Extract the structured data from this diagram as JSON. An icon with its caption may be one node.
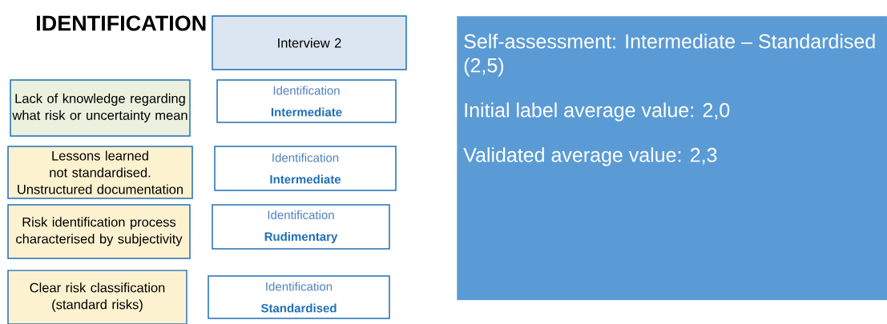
{
  "diagram": {
    "title": "IDENTIFICATION",
    "nodes": [
      {
        "text": [
          "Interview 2"
        ]
      },
      {
        "text": [
          "Lack of knowledge regarding what risk or uncertainty mean"
        ]
      },
      {
        "text": [
          "Identification",
          "Intermediate"
        ]
      },
      {
        "text": [
          "Lessons learned not standardised. Unstructured documentation"
        ]
      },
      {
        "text": [
          "Identification",
          "Intermediate"
        ]
      },
      {
        "text": [
          "Risk identification process characterised by subjectivity"
        ]
      },
      {
        "text": [
          "Identification",
          "Rudimentary"
        ]
      },
      {
        "text": [
          "Clear risk classification (standard risks)"
        ]
      },
      {
        "text": [
          "Identification",
          "Standardised"
        ]
      },
      {
        "text": [
          "Self-assessment: Intermediate – Standardised (2,5)",
          "Initial label average value: 2,0",
          "Validated average value: 2,3"
        ]
      }
    ]
  }
}
